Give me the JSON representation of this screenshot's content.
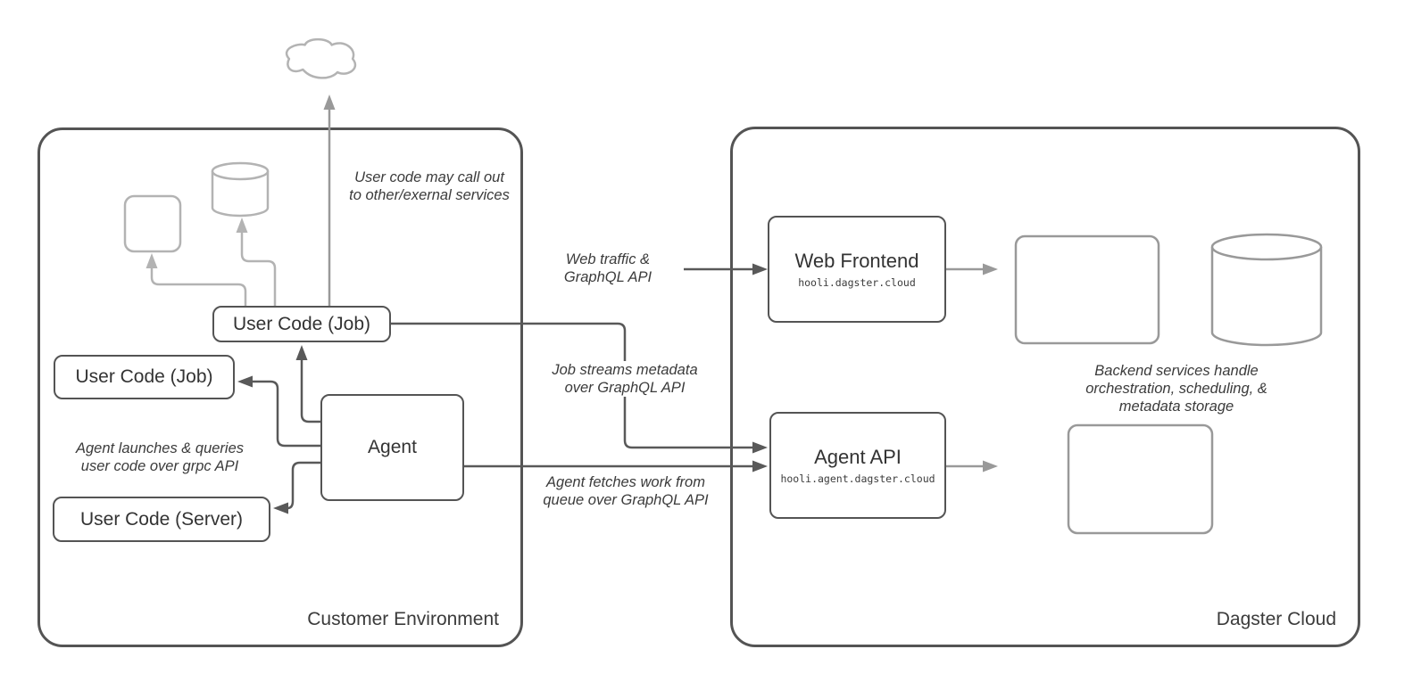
{
  "diagram": {
    "containers": {
      "customer_environment": {
        "label": "Customer Environment"
      },
      "dagster_cloud": {
        "label": "Dagster Cloud"
      }
    },
    "nodes": {
      "user_code_job_top": {
        "label": "User Code (Job)"
      },
      "user_code_job_left": {
        "label": "User Code (Job)"
      },
      "user_code_server": {
        "label": "User Code (Server)"
      },
      "agent": {
        "label": "Agent"
      },
      "web_frontend": {
        "title": "Web Frontend",
        "subtitle": "hooli.dagster.cloud"
      },
      "agent_api": {
        "title": "Agent API",
        "subtitle": "hooli.agent.dagster.cloud"
      }
    },
    "annotations": {
      "external_callout": "User code may call out\nto other/exernal services",
      "web_traffic": "Web traffic &\nGraphQL API",
      "job_streams": "Job streams metadata\nover GraphQL API",
      "agent_fetches": "Agent fetches work from\nqueue over GraphQL API",
      "agent_launches": "Agent launches & queries\nuser code over grpc API",
      "backend_services": "Backend services handle\norchestration, scheduling, &\nmetadata storage"
    },
    "shapes": {
      "cloud": "external-services-cloud",
      "small_square": "external-service-placeholder",
      "small_cylinder": "external-database-placeholder",
      "frontend_square": "backend-service-placeholder",
      "frontend_cylinder": "metadata-storage-database",
      "api_square": "backend-service-placeholder"
    },
    "colors": {
      "box_stroke": "#545454",
      "connector_dark": "#595959",
      "connector_gray": "#999999",
      "connector_light": "#b3b3b3",
      "text": "#3b3b3b",
      "background": "#ffffff"
    }
  }
}
